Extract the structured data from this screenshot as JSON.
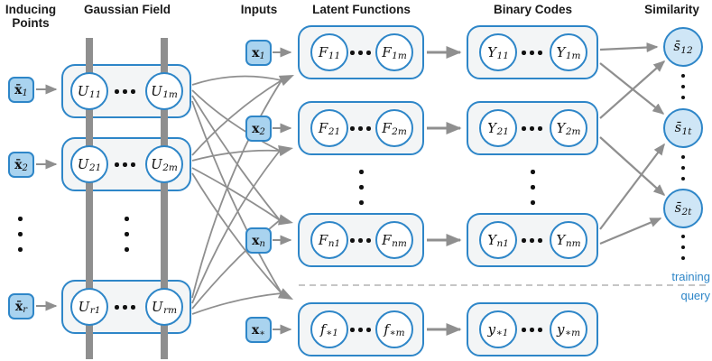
{
  "columns": {
    "inducing_points": {
      "title_line1": "Inducing",
      "title_line2": "Points"
    },
    "gaussian_field": {
      "title": "Gaussian Field"
    },
    "inputs": {
      "title": "Inputs"
    },
    "latent_functions": {
      "title": "Latent Functions"
    },
    "binary_codes": {
      "title": "Binary Codes"
    },
    "similarity": {
      "title": "Similarity"
    }
  },
  "inducing": [
    {
      "base": "x̄",
      "sub": "1"
    },
    {
      "base": "x̄",
      "sub": "2"
    },
    {
      "base": "x̄",
      "sub": "r"
    }
  ],
  "inputs": [
    {
      "base": "x",
      "sub": "1"
    },
    {
      "base": "x",
      "sub": "2"
    },
    {
      "base": "x",
      "sub": "n"
    },
    {
      "base": "x",
      "sub": "∗"
    }
  ],
  "gaussian": [
    {
      "left": {
        "base": "U",
        "sub": "11"
      },
      "right": {
        "base": "U",
        "sub": "1m"
      }
    },
    {
      "left": {
        "base": "U",
        "sub": "21"
      },
      "right": {
        "base": "U",
        "sub": "2m"
      }
    },
    {
      "left": {
        "base": "U",
        "sub": "r1"
      },
      "right": {
        "base": "U",
        "sub": "rm"
      }
    }
  ],
  "latent": [
    {
      "left": {
        "base": "F",
        "sub": "11"
      },
      "right": {
        "base": "F",
        "sub": "1m"
      }
    },
    {
      "left": {
        "base": "F",
        "sub": "21"
      },
      "right": {
        "base": "F",
        "sub": "2m"
      }
    },
    {
      "left": {
        "base": "F",
        "sub": "n1"
      },
      "right": {
        "base": "F",
        "sub": "nm"
      }
    },
    {
      "left": {
        "base": "f",
        "sub": "∗1"
      },
      "right": {
        "base": "f",
        "sub": "∗m"
      }
    }
  ],
  "binary": [
    {
      "left": {
        "base": "Y",
        "sub": "11"
      },
      "right": {
        "base": "Y",
        "sub": "1m"
      }
    },
    {
      "left": {
        "base": "Y",
        "sub": "21"
      },
      "right": {
        "base": "Y",
        "sub": "2m"
      }
    },
    {
      "left": {
        "base": "Y",
        "sub": "n1"
      },
      "right": {
        "base": "Y",
        "sub": "nm"
      }
    },
    {
      "left": {
        "base": "y",
        "sub": "∗1"
      },
      "right": {
        "base": "y",
        "sub": "∗m"
      }
    }
  ],
  "similarity": [
    {
      "base": "s̄",
      "sub": "12"
    },
    {
      "base": "s̄",
      "sub": "1t"
    },
    {
      "base": "s̄",
      "sub": "2t"
    }
  ],
  "annotations": {
    "training": "training",
    "query": "query"
  },
  "colors": {
    "accent_blue": "#2e86c8",
    "input_node_fill": "#a9d3ef",
    "similarity_node_fill": "#cfe6f6",
    "box_fill": "#f3f5f6",
    "line_gray": "#8f8f8f",
    "annotation_blue": "#2e86c8"
  }
}
